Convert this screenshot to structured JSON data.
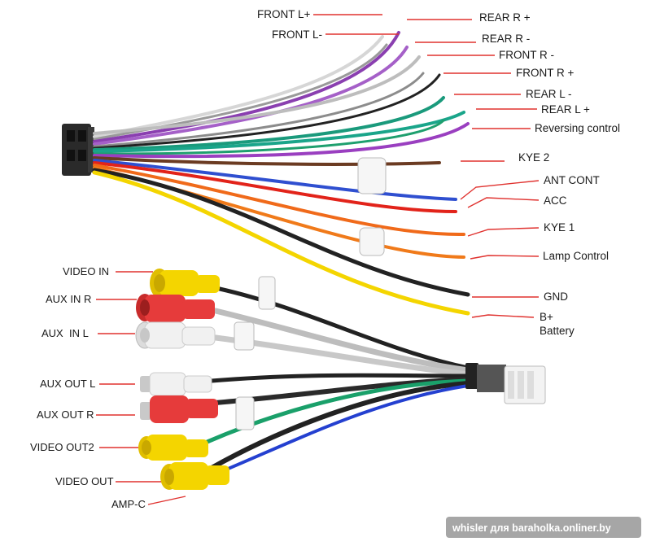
{
  "harness_labels": {
    "front_l_plus": "FRONT L+",
    "front_l_minus": "FRONT L-",
    "rear_r_plus": "REAR R +",
    "rear_r_minus": "REAR R -",
    "front_r_minus": "FRONT R -",
    "front_r_plus": "FRONT R +",
    "rear_l_minus": "REAR L -",
    "rear_l_plus": "REAR L +",
    "reversing_control": "Reversing control",
    "kye2": "KYE 2",
    "ant_cont": "ANT CONT",
    "acc": "ACC",
    "kye1": "KYE 1",
    "lamp_control": "Lamp Control",
    "gnd": "GND",
    "b_plus": "B+",
    "battery": "Battery"
  },
  "rca_labels": {
    "video_in": "VIDEO IN",
    "aux_in_r": "AUX IN R",
    "aux_in_l": "AUX  IN L",
    "aux_out_l": "AUX OUT L",
    "aux_out_r": "AUX OUT R",
    "video_out2": "VIDEO OUT2",
    "video_out": "VIDEO OUT",
    "amp_c": "AMP-C"
  },
  "watermark": "whisler для baraholka.onliner.by",
  "colors": {
    "leader": "#e0322f",
    "rca_yellow": "#f4d500",
    "rca_red": "#e63b3b",
    "rca_white": "#f1f1f1"
  }
}
